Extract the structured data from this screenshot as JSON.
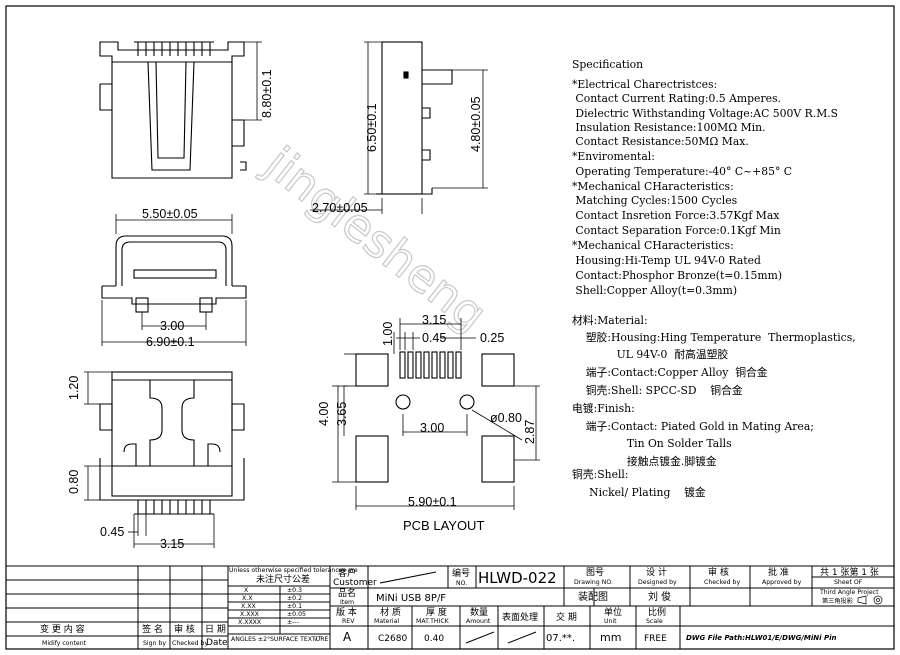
{
  "watermark": "jinglesheng",
  "dims": {
    "top_height": "8.80±0.1",
    "side_height": "6.50±0.1",
    "side_inner": "4.80±0.05",
    "side_depth": "2.70±0.05",
    "front_width_top": "5.50±0.05",
    "front_pitch": "3.00",
    "front_width_bottom": "6.90±0.1",
    "bottom_120": "1.20",
    "bottom_080": "0.80",
    "bottom_045": "0.45",
    "bottom_315": "3.15",
    "pcb_315": "3.15",
    "pcb_045": "0.45",
    "pcb_025": "0.25",
    "pcb_100": "1.00",
    "pcb_400": "4.00",
    "pcb_365": "3.65",
    "pcb_300": "3.00",
    "pcb_hole": "ø0.80",
    "pcb_287": "2.87",
    "pcb_590": "5.90±0.1"
  },
  "pcb_label": "PCB LAYOUT",
  "spec": {
    "title": "Specification",
    "lines": [
      "*Electrical Charectristces:",
      " Contact Current Rating:0.5 Amperes.",
      " Dielectric Withstanding Voltage:AC 500V R.M.S",
      " Insulation Resistance:100MΩ Min.",
      " Contact Resistance:50MΩ Max.",
      "*Enviromental:",
      " Operating Temperature:-40° C~+85° C",
      "*Mechanical CHaracteristics:",
      " Matching Cycles:1500 Cycles",
      " Contact Insretion Force:3.57Kgf Max",
      " Contact Separation Force:0.1Kgf Min",
      "*Mechanical CHaracteristics:",
      " Housing:Hi-Temp UL 94V-0 Rated",
      " Contact:Phosphor Bronze(t=0.15mm)",
      " Shell:Copper Alloy(t=0.3mm)"
    ],
    "material_lines": [
      "材料:Material:",
      "    塑胶:Housing:Hing Temperature  Thermoplastics,",
      "             UL 94V-0  耐高温塑胶",
      "    端子:Contact:Copper Alloy  铜合金",
      "    铜壳:Shell: SPCC-SD    铜合金",
      "电镀:Finish:",
      "    端子:Contact: Piated Gold in Mating Area;",
      "                Tin On Solder Talls",
      "                接触点镀金.脚镀金",
      "铜壳:Shell:",
      "     Nickel/ Plating    镀金"
    ]
  },
  "title_block": {
    "tol_header": "Unless otherwise specified tolerances are",
    "tol_header2": "未注尺寸公差",
    "tol": [
      {
        "k": "X",
        "v": "±0.3"
      },
      {
        "k": "X.X",
        "v": "±0.2"
      },
      {
        "k": "X.XX",
        "v": "±0.1"
      },
      {
        "k": "X.XXX",
        "v": "±0.05"
      },
      {
        "k": "X.XXXX",
        "v": "±---"
      }
    ],
    "angles": "ANGLES  ±2°",
    "surface": "SURFACE TEXTURE",
    "rev_cn": "变  更  内  容",
    "rev_en": "Midify content",
    "sign_cn": "签  名",
    "sign_en": "Sign by",
    "check_cn": "审  核",
    "check_en": "Checked by",
    "date_cn": "日 期",
    "date_en": "Date",
    "customer_cn": "客户",
    "customer_en": "Customer",
    "item_cn": "品名",
    "item_en": "Item",
    "item_val": "MiNi USB 8P/F",
    "rev2_cn": "版 本",
    "rev2_en": "REV",
    "rev2_val": "A",
    "no_cn": "编号",
    "no_en": "NO.",
    "no_val": "HLWD-022",
    "drawno_cn": "图号",
    "drawno_en": "Drawing NO.",
    "assembly": "装配图",
    "designed_cn": "设  计",
    "designed_en": "Designed by",
    "designer": "刘 俊",
    "checked_cn": "审  核",
    "checked_en": "Checked by",
    "approved_cn": "批  准",
    "approved_en": "Approved by",
    "sheet": "共 1 张第 1 张",
    "sheet_en": "Sheet    OF",
    "projection": "Third Angle Project",
    "projection_cn": "第三角投影",
    "material_cn": "材  质",
    "material_en": "Material",
    "material_val": "C2680",
    "thick_cn": "厚 度",
    "thick_en": "MAT.THICK",
    "thick_val": "0.40",
    "amount_cn": "数量",
    "amount_en": "Amount",
    "surface_cn": "表面处理",
    "delivery_cn": "交  期",
    "delivery_val": "07.**.",
    "unit_cn": "单位",
    "unit_en": "Unit",
    "unit_val": "mm",
    "scale_cn": "比例",
    "scale_en": "Scale",
    "scale_val": "FREE",
    "path": "DWG File Path:HLW01/E/DWG/MiNi Pin"
  }
}
